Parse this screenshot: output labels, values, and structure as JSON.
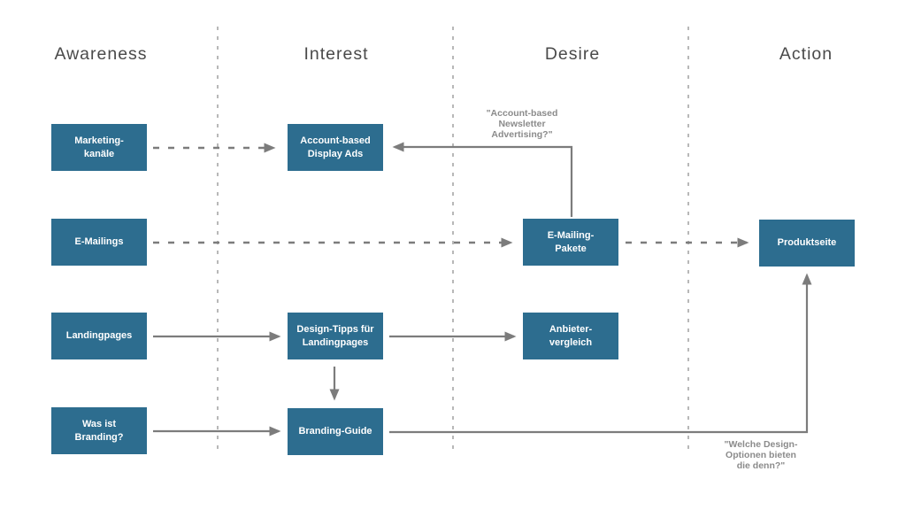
{
  "diagram": {
    "type": "aida-marketing-funnel",
    "stages": [
      {
        "label": "Awareness"
      },
      {
        "label": "Interest"
      },
      {
        "label": "Desire"
      },
      {
        "label": "Action"
      }
    ],
    "nodes": {
      "marketing_kanaele": {
        "label": "Marketing-\nkanäle",
        "stage": "Awareness"
      },
      "e_mailings": {
        "label": "E-Mailings",
        "stage": "Awareness"
      },
      "landingpages": {
        "label": "Landingpages",
        "stage": "Awareness"
      },
      "was_ist_branding": {
        "label": "Was ist\nBranding?",
        "stage": "Awareness"
      },
      "account_display_ads": {
        "label": "Account-based\nDisplay Ads",
        "stage": "Interest"
      },
      "design_tipps": {
        "label": "Design-Tipps für\nLandingpages",
        "stage": "Interest"
      },
      "branding_guide": {
        "label": "Branding-Guide",
        "stage": "Interest"
      },
      "e_mailing_pakete": {
        "label": "E-Mailing-\nPakete",
        "stage": "Desire"
      },
      "anbieter_vergleich": {
        "label": "Anbieter-\nvergleich",
        "stage": "Desire"
      },
      "produktseite": {
        "label": "Produktseite",
        "stage": "Action"
      }
    },
    "annotations": {
      "account_based_newsletter": {
        "text": "\"Account-based\nNewsletter\nAdvertising?\""
      },
      "welche_design_optionen": {
        "text": "\"Welche Design-\nOptionen bieten\ndie denn?\""
      }
    },
    "edges": [
      {
        "from": "marketing_kanaele",
        "to": "account_display_ads",
        "style": "dashed"
      },
      {
        "from": "e_mailings",
        "to": "e_mailing_pakete",
        "style": "dashed"
      },
      {
        "from": "e_mailing_pakete",
        "to": "produktseite",
        "style": "dashed"
      },
      {
        "from": "landingpages",
        "to": "design_tipps",
        "style": "solid"
      },
      {
        "from": "design_tipps",
        "to": "anbieter_vergleich",
        "style": "solid"
      },
      {
        "from": "design_tipps",
        "to": "branding_guide",
        "style": "solid"
      },
      {
        "from": "was_ist_branding",
        "to": "branding_guide",
        "style": "solid"
      },
      {
        "from": "branding_guide",
        "to": "produktseite",
        "style": "solid-elbow"
      },
      {
        "from": "e_mailing_pakete",
        "to": "account_display_ads",
        "style": "solid-elbow"
      }
    ],
    "colors": {
      "node_fill": "#2d6d8f",
      "node_text": "#ffffff",
      "arrow": "#7c7c7c",
      "separator": "#9a9a9a",
      "stage_text": "#4a4a4a",
      "annotation_text": "#8b8b8b",
      "background": "#ffffff"
    }
  }
}
